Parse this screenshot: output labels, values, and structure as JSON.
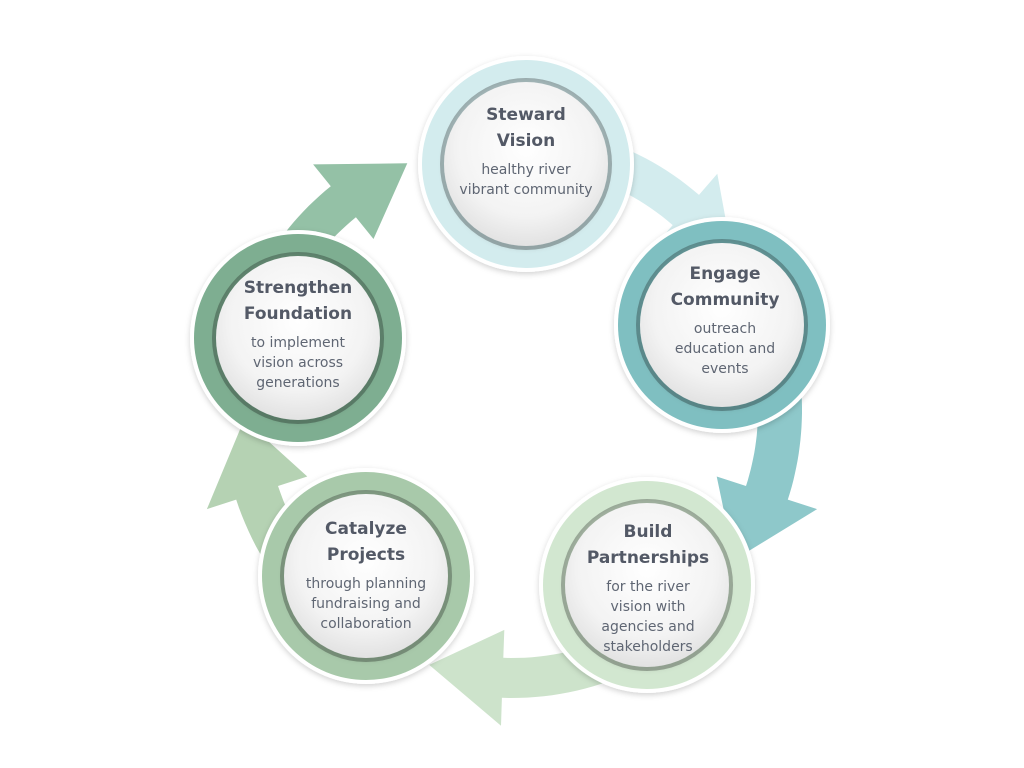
{
  "diagram": {
    "type": "cycle",
    "nodes": [
      {
        "id": "steward-vision",
        "title": "Steward\nVision",
        "description": "healthy river\nvibrant community",
        "ring_color": "#d3ecee",
        "arrow_color": "#d3ecee"
      },
      {
        "id": "engage-community",
        "title": "Engage\nCommunity",
        "description": "outreach\neducation and\nevents",
        "ring_color": "#7fbfc1",
        "arrow_color": "#8ec8ca"
      },
      {
        "id": "build-partnerships",
        "title": "Build\nPartnerships",
        "description": "for the river\nvision with\nagencies and\nstakeholders",
        "ring_color": "#d2e7d0",
        "arrow_color": "#cde3cb"
      },
      {
        "id": "catalyze-projects",
        "title": "Catalyze\nProjects",
        "description": "through planning\nfundraising and\ncollaboration",
        "ring_color": "#a8c9aa",
        "arrow_color": "#b5d2b3"
      },
      {
        "id": "strengthen-foundation",
        "title": "Strengthen\nFoundation",
        "description": "to implement\nvision across\ngenerations",
        "ring_color": "#7eae91",
        "arrow_color": "#94c1a6"
      }
    ]
  }
}
